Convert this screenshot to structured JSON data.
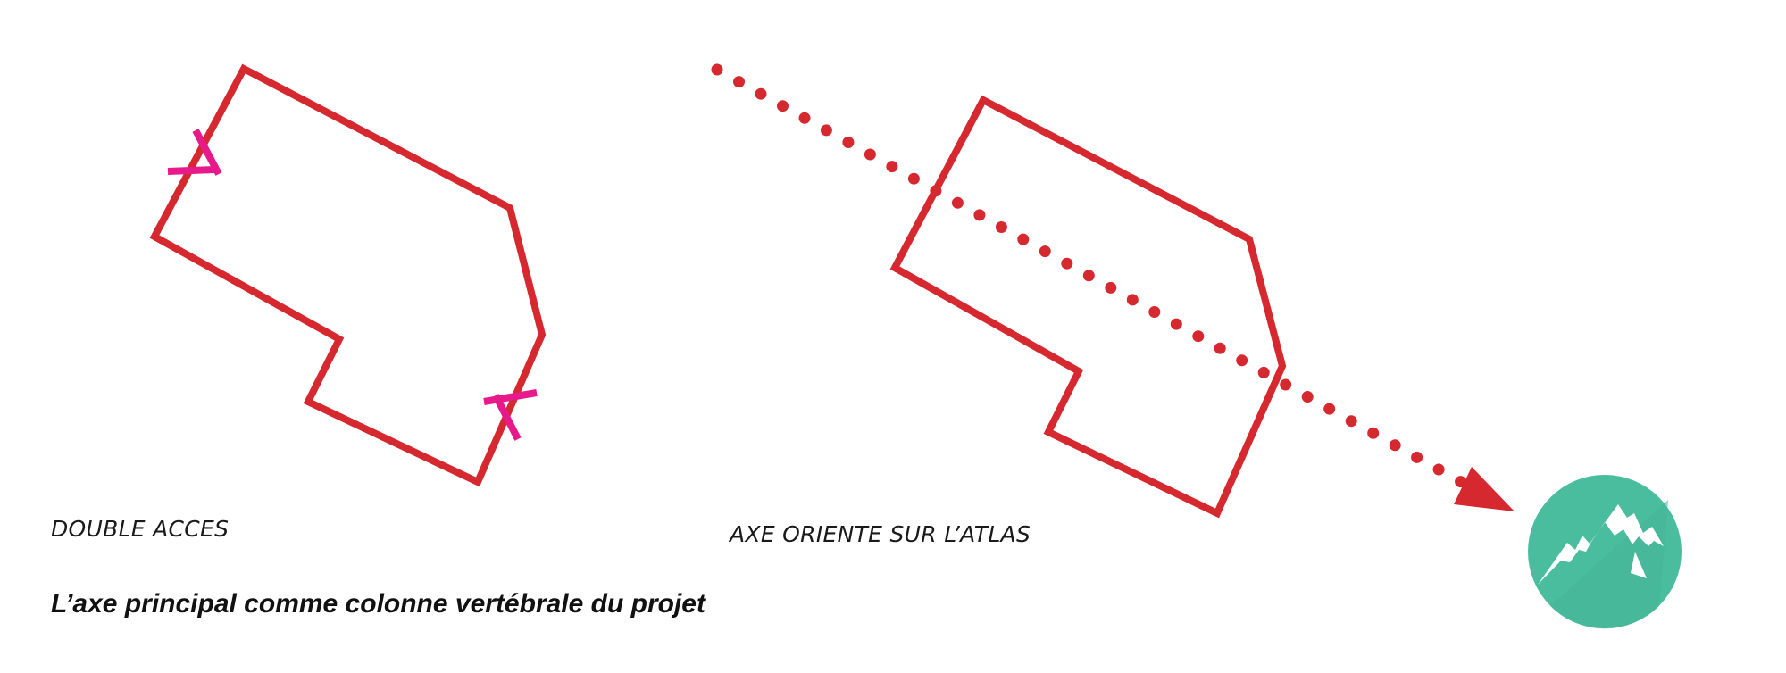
{
  "labels": {
    "double_acces": "DOUBLE ACCES",
    "axe_oriente": "AXE ORIENTE SUR L’ATLAS",
    "main_caption": "L’axe principal comme colonne vertébrale du projet"
  },
  "colors": {
    "outline": "#d6282f",
    "access_mark": "#e8198b",
    "axis": "#d6282f",
    "mountain_circle": "#4bbd9f",
    "mountain_circle_shade": "#44b498",
    "mountain_fill": "#ffffff"
  },
  "icons": {
    "mountain": "mountain-icon",
    "arrowhead": "arrowhead-icon"
  }
}
